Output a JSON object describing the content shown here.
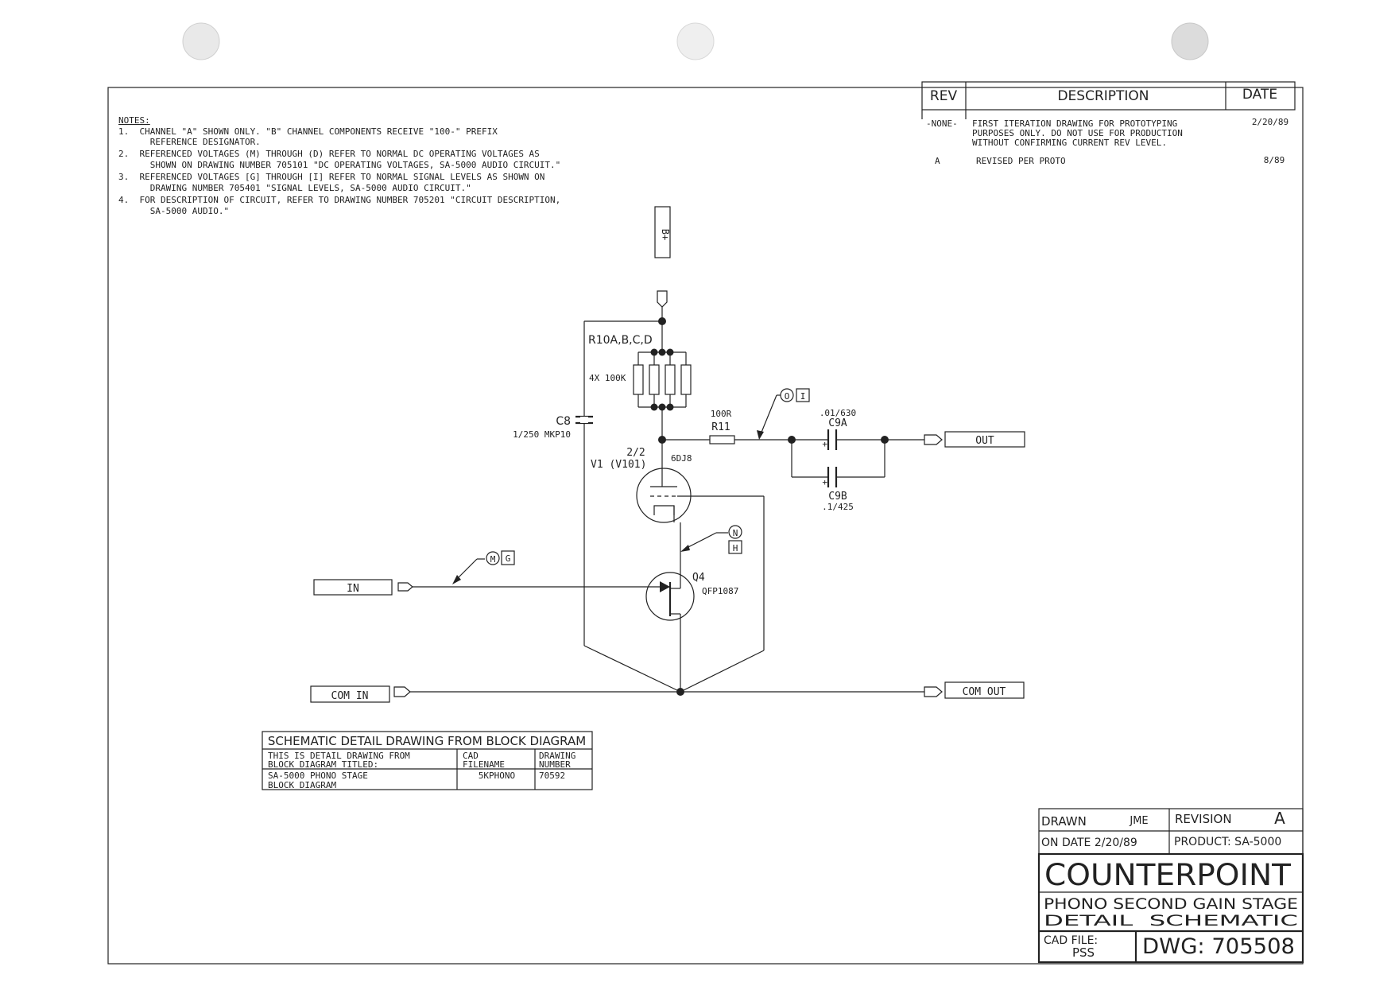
{
  "revision_table": {
    "headers": [
      "REV",
      "DESCRIPTION",
      "DATE"
    ],
    "rows": [
      {
        "rev": "-NONE-",
        "description_lines": [
          "FIRST ITERATION DRAWING FOR PROTOTYPING",
          "PURPOSES ONLY. DO NOT USE FOR PRODUCTION",
          "WITHOUT CONFIRMING CURRENT REV LEVEL."
        ],
        "date": "2/20/89"
      },
      {
        "rev": "A",
        "description_lines": [
          "REVISED PER PROTO"
        ],
        "date": "8/89"
      }
    ]
  },
  "notes": {
    "title": "NOTES:",
    "lines": [
      "1.  CHANNEL \"A\" SHOWN ONLY. \"B\" CHANNEL COMPONENTS RECEIVE \"100-\" PREFIX",
      "      REFERENCE DESIGNATOR.",
      "2.  REFERENCED VOLTAGES (M) THROUGH (D) REFER TO NORMAL DC OPERATING VOLTAGES AS",
      "      SHOWN ON DRAWING NUMBER 705101 \"DC OPERATING VOLTAGES, SA-5000 AUDIO CIRCUIT.\"",
      "3.  REFERENCED VOLTAGES [G] THROUGH [I] REFER TO NORMAL SIGNAL LEVELS AS SHOWN ON",
      "      DRAWING NUMBER 705401 \"SIGNAL LEVELS, SA-5000 AUDIO CIRCUIT.\"",
      "4.  FOR DESCRIPTION OF CIRCUIT, REFER TO DRAWING NUMBER 705201 \"CIRCUIT DESCRIPTION,",
      "      SA-5000 AUDIO.\""
    ]
  },
  "schematic": {
    "bplus": "B+",
    "r10_ref": "R10A,B,C,D",
    "r10_value": "4X 100K",
    "c8_ref": "C8",
    "c8_value": "1/250 MKP10",
    "r11_value": "100R",
    "r11_ref": "R11",
    "c9a_value": ".01/630",
    "c9a_ref": "C9A",
    "c9b_ref": "C9B",
    "c9b_value": ".1/425",
    "plus": "+",
    "v1_unit": "2/2",
    "v1_ref": "V1 (V101)",
    "v1_type": "6DJ8",
    "q4_ref": "Q4",
    "q4_type": "QFP1087",
    "ref_o": "O",
    "ref_i": "I",
    "ref_n": "N",
    "ref_h": "H",
    "ref_m": "M",
    "ref_g": "G",
    "out_label": "OUT",
    "in_label": "IN",
    "com_in_label": "COM IN",
    "com_out_label": "COM OUT"
  },
  "block_table": {
    "title": "SCHEMATIC DETAIL DRAWING FROM BLOCK DIAGRAM",
    "col1_header": [
      "THIS IS DETAIL DRAWING FROM",
      "BLOCK DIAGRAM TITLED:"
    ],
    "col2_header": [
      "CAD",
      "FILENAME"
    ],
    "col3_header": [
      "DRAWING",
      "NUMBER"
    ],
    "col1_value": [
      "SA-5000 PHONO STAGE",
      "BLOCK DIAGRAM"
    ],
    "col2_value": "5KPHONO",
    "col3_value": "70592"
  },
  "title_block": {
    "drawn_label": "DRAWN",
    "drawn_by": "JME",
    "revision_label": "REVISION",
    "revision_value": "A",
    "on_date": "ON DATE 2/20/89",
    "product": "PRODUCT: SA-5000",
    "company": "COUNTERPOINT",
    "title_line1": "PHONO SECOND GAIN STAGE",
    "title_line2": "DETAIL  SCHEMATIC",
    "cad_file_label": "CAD FILE:",
    "cad_file_value": "PSS",
    "dwg": "DWG: 705508"
  }
}
